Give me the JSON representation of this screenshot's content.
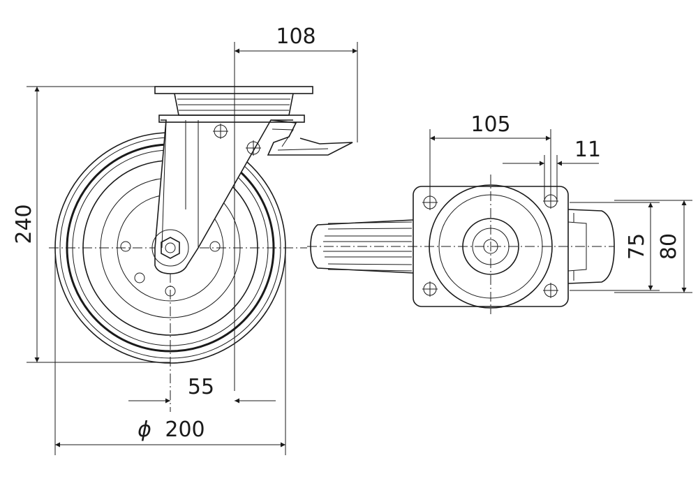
{
  "dimensions": {
    "top_offset": "108",
    "height": "240",
    "wheel_offset": "55",
    "diameter_symbol": "ϕ",
    "diameter": "200",
    "plate_hole_spacing_x": "105",
    "hole_diameter": "11",
    "plate_hole_spacing_y": "75",
    "plate_width": "80"
  }
}
